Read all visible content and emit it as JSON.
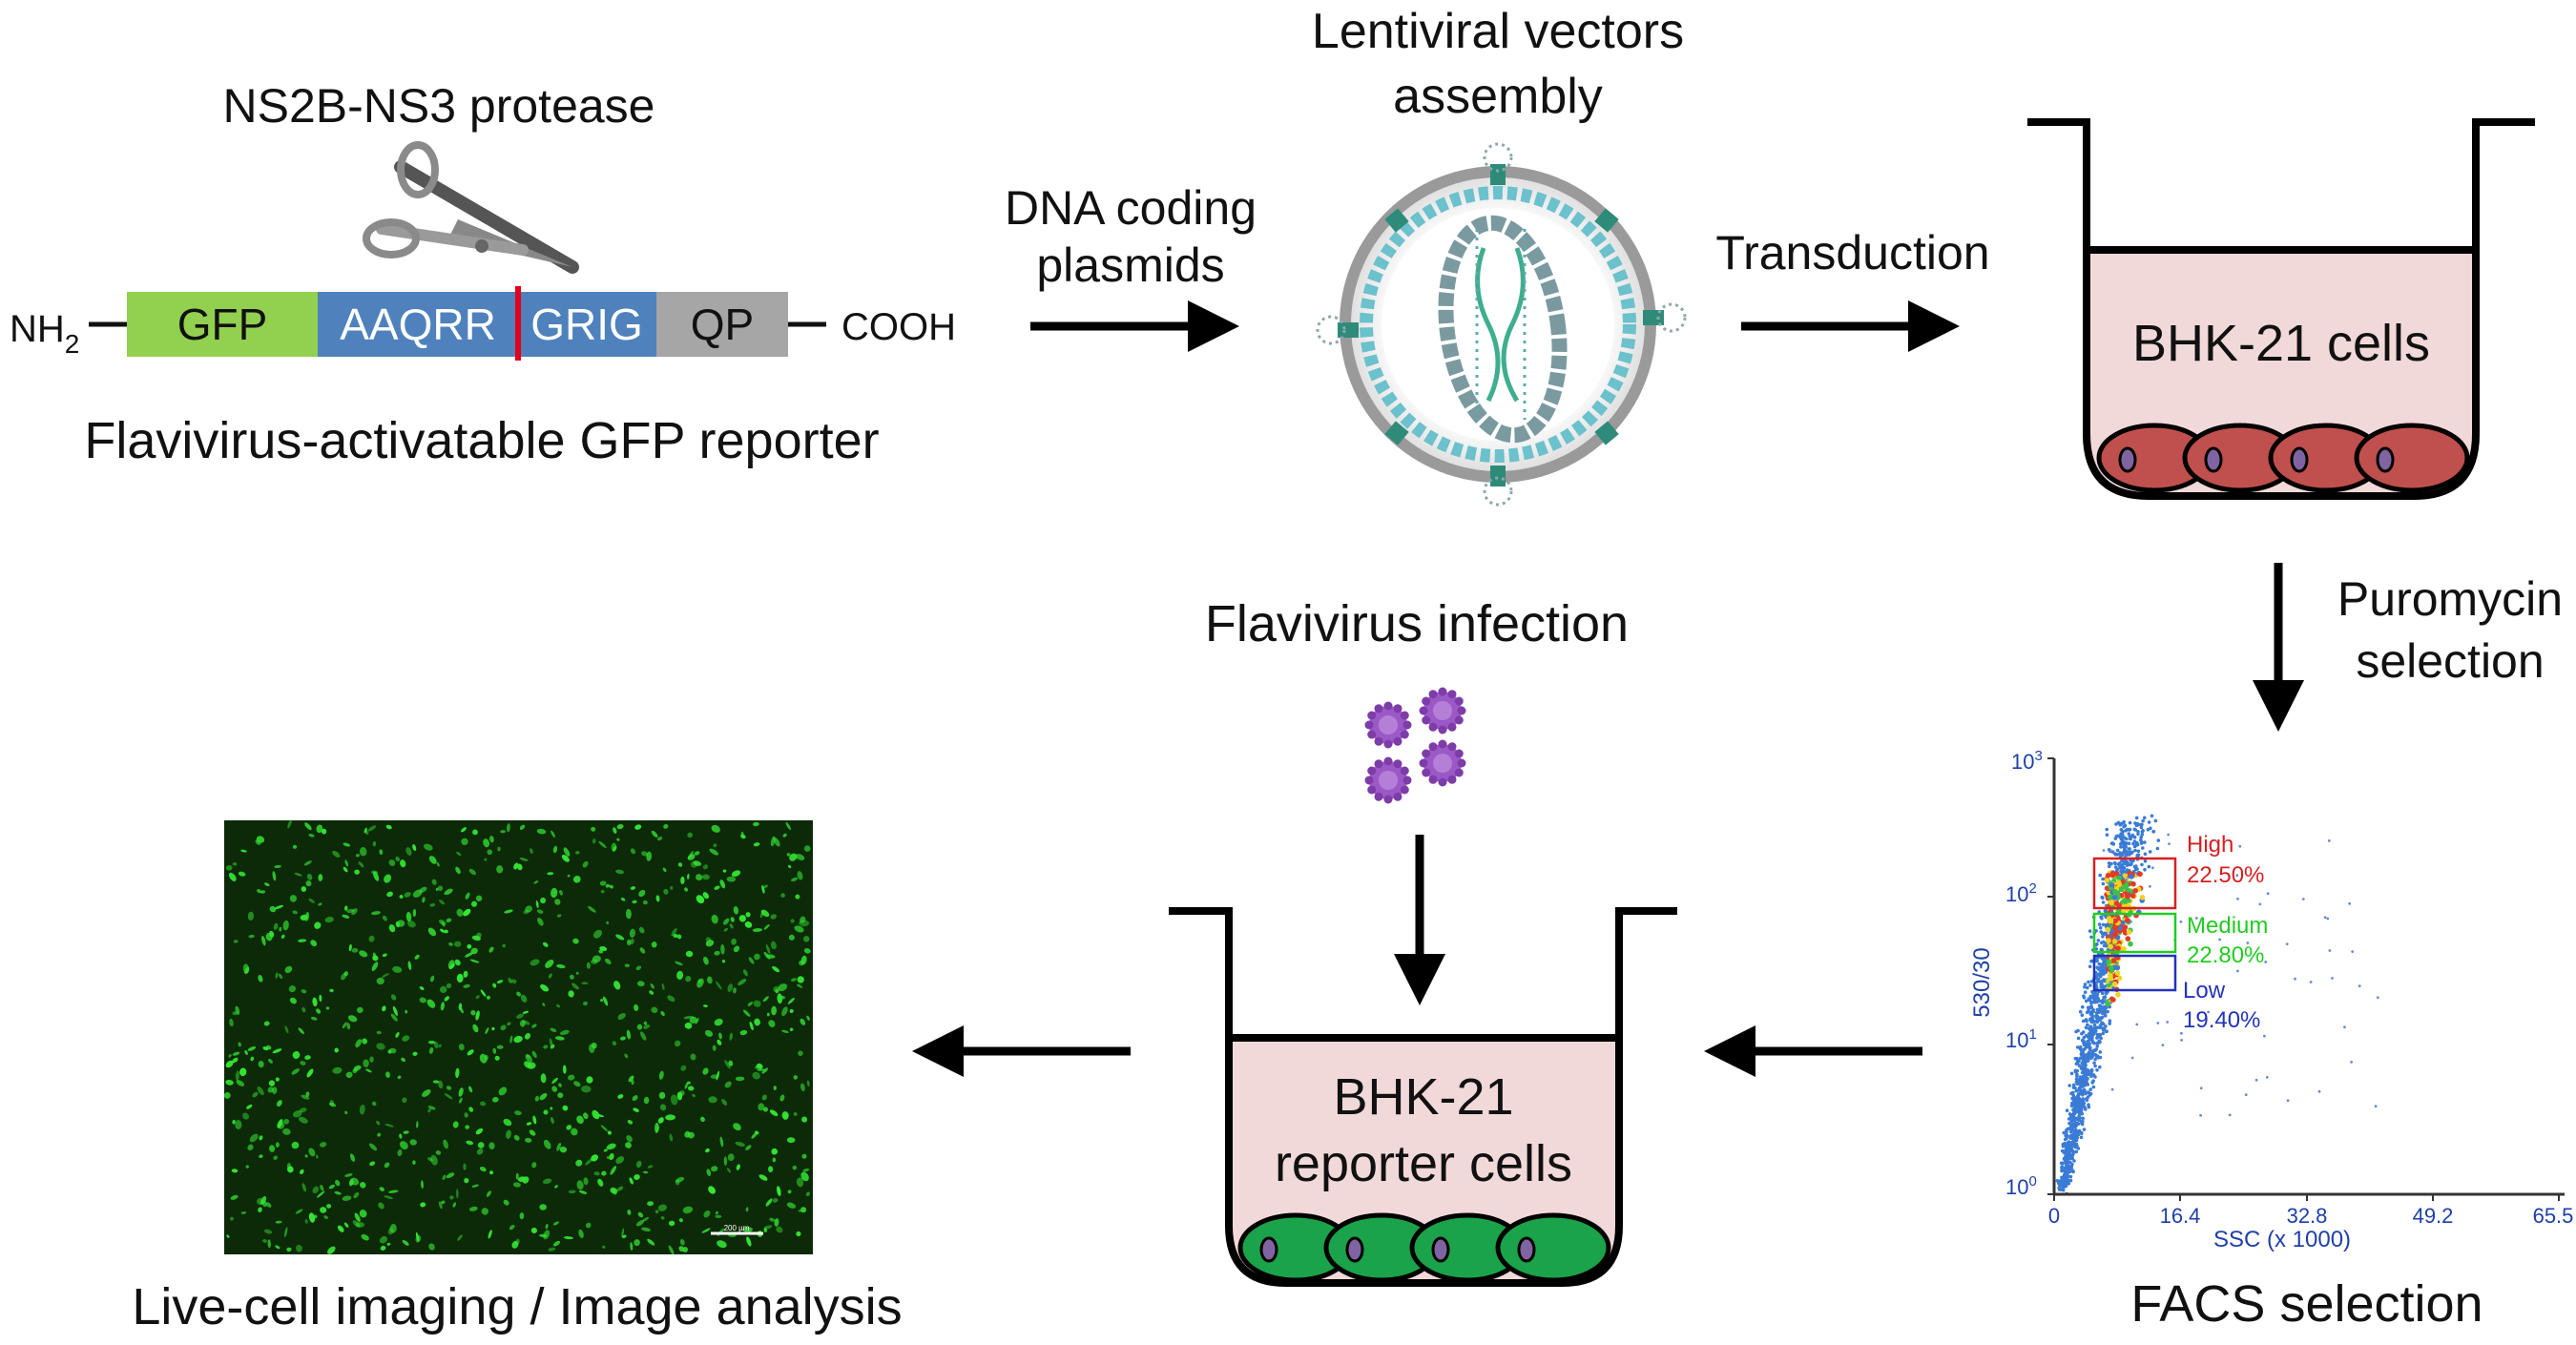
{
  "reporter": {
    "protease_label": "NS2B-NS3 protease",
    "n_terminus": "NH",
    "n_terminus_sub": "2",
    "c_terminus": "COOH",
    "segments": [
      {
        "label": "GFP",
        "color": "#92d050"
      },
      {
        "label": "AAQRR",
        "color": "#4f81bd"
      },
      {
        "label": "GRIG",
        "color": "#4f81bd"
      },
      {
        "label": "QP",
        "color": "#a6a6a6"
      }
    ],
    "cleavage_color": "#e3001b",
    "caption": "Flavivirus-activatable GFP reporter"
  },
  "steps": {
    "plasmids_line1": "DNA coding",
    "plasmids_line2": "plasmids",
    "lentiviral_line1": "Lentiviral vectors",
    "lentiviral_line2": "assembly",
    "transduction": "Transduction",
    "puromycin_line1": "Puromycin",
    "puromycin_line2": "selection",
    "infection": "Flavivirus infection",
    "facs_caption": "FACS selection",
    "imaging_caption": "Live-cell imaging / Image analysis"
  },
  "wells": {
    "top_label": "BHK-21 cells",
    "bottom_label_line1": "BHK-21",
    "bottom_label_line2": "reporter cells",
    "medium_color": "#f2d9d9",
    "top_cell_color": "#c0504d",
    "bottom_cell_color": "#1aa34a",
    "nucleus_color": "#8064a2"
  },
  "facs": {
    "y_axis_label": "530/30",
    "x_axis_label": "SSC (x 1000)",
    "y_ticks": [
      {
        "base": "10",
        "exp": "0"
      },
      {
        "base": "10",
        "exp": "1"
      },
      {
        "base": "10",
        "exp": "2"
      },
      {
        "base": "10",
        "exp": "3"
      }
    ],
    "x_ticks": [
      "0",
      "16.4",
      "32.8",
      "49.2",
      "65.5"
    ],
    "gates": [
      {
        "name": "High",
        "percent": "22.50%",
        "color": "#d62020"
      },
      {
        "name": "Medium",
        "percent": "22.80%",
        "color": "#22cc22"
      },
      {
        "name": "Low",
        "percent": "19.40%",
        "color": "#2233bb"
      }
    ]
  },
  "microscopy": {
    "scale_bar": "200 µm",
    "background": "#0d2a08",
    "cell_color": "#33e633"
  }
}
